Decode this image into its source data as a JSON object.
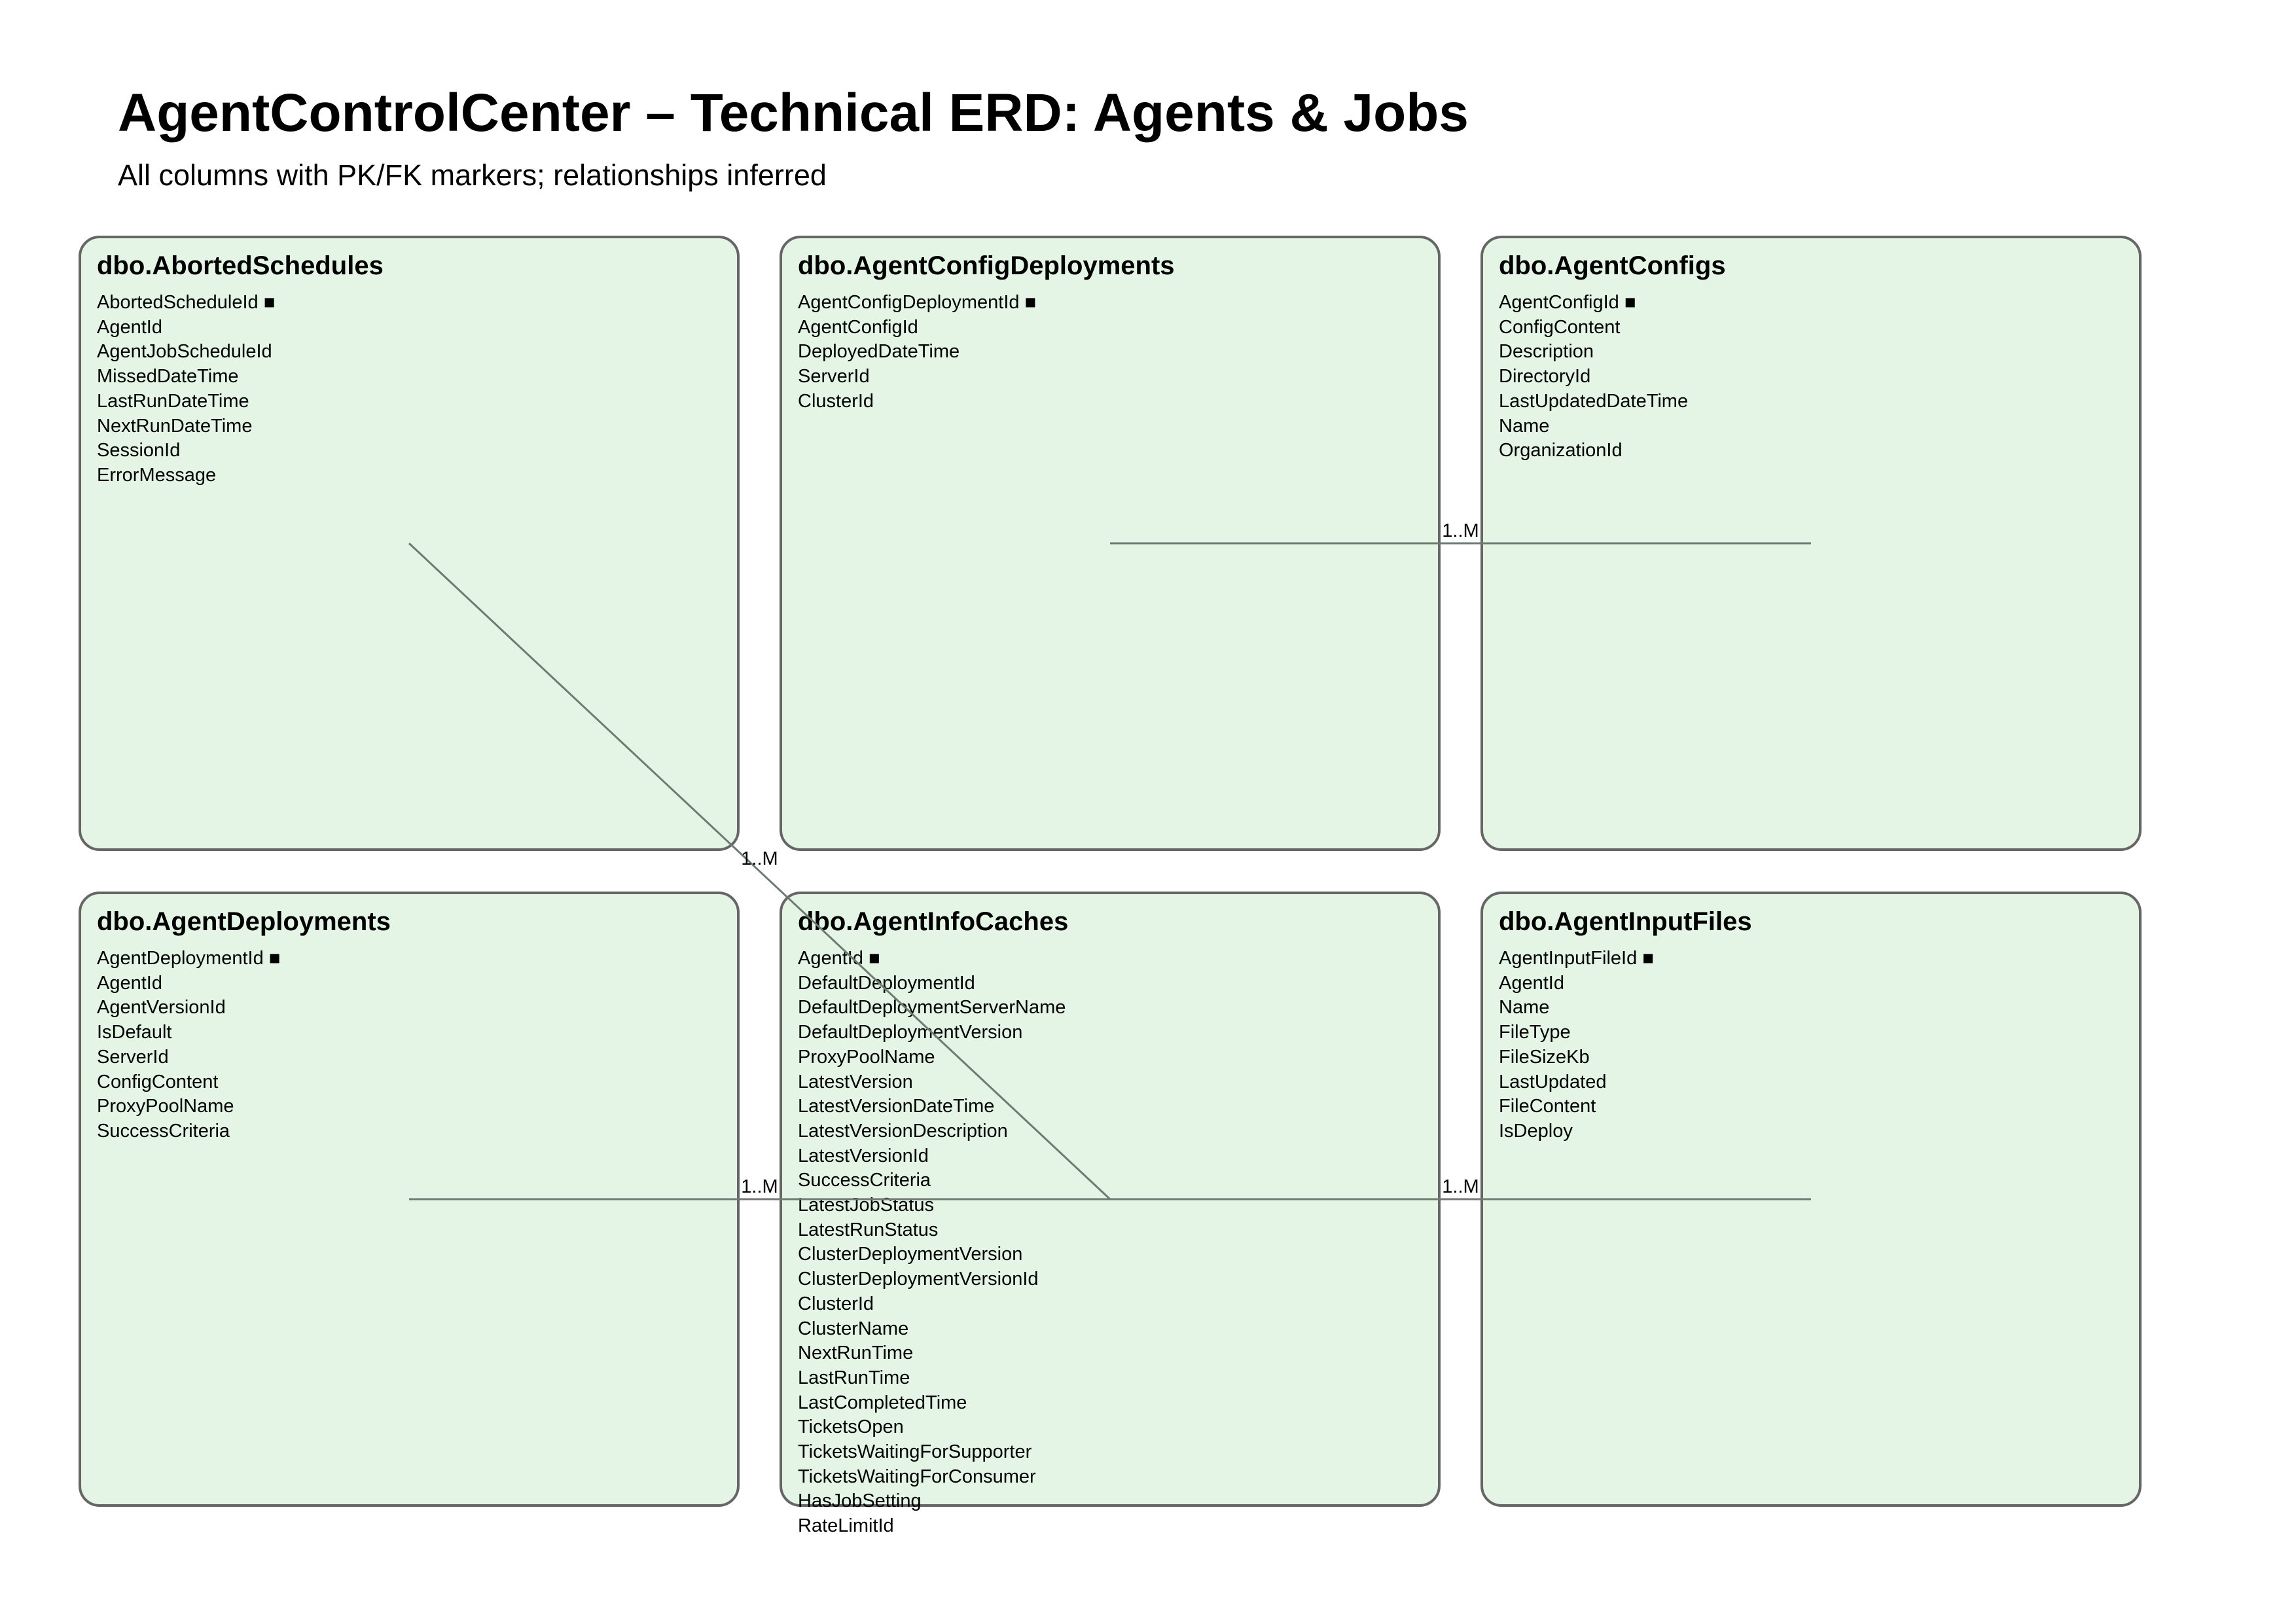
{
  "title": "AgentControlCenter – Technical ERD: Agents & Jobs",
  "subtitle": "All columns with PK/FK markers; relationships inferred",
  "pk_marker": "■",
  "colors": {
    "box_fill": "#e4f5e6",
    "box_border": "#666666",
    "line": "#6f7a73"
  },
  "tables": [
    {
      "name": "dbo.AbortedSchedules",
      "columns": [
        "AbortedScheduleId",
        "AgentId",
        "AgentJobScheduleId",
        "MissedDateTime",
        "LastRunDateTime",
        "NextRunDateTime",
        "SessionId",
        "ErrorMessage"
      ],
      "pk": "AbortedScheduleId"
    },
    {
      "name": "dbo.AgentConfigDeployments",
      "columns": [
        "AgentConfigDeploymentId",
        "AgentConfigId",
        "DeployedDateTime",
        "ServerId",
        "ClusterId"
      ],
      "pk": "AgentConfigDeploymentId"
    },
    {
      "name": "dbo.AgentConfigs",
      "columns": [
        "AgentConfigId",
        "ConfigContent",
        "Description",
        "DirectoryId",
        "LastUpdatedDateTime",
        "Name",
        "OrganizationId"
      ],
      "pk": "AgentConfigId"
    },
    {
      "name": "dbo.AgentDeployments",
      "columns": [
        "AgentDeploymentId",
        "AgentId",
        "AgentVersionId",
        "IsDefault",
        "ServerId",
        "ConfigContent",
        "ProxyPoolName",
        "SuccessCriteria"
      ],
      "pk": "AgentDeploymentId"
    },
    {
      "name": "dbo.AgentInfoCaches",
      "columns": [
        "AgentId",
        "DefaultDeploymentId",
        "DefaultDeploymentServerName",
        "DefaultDeploymentVersion",
        "ProxyPoolName",
        "LatestVersion",
        "LatestVersionDateTime",
        "LatestVersionDescription",
        "LatestVersionId",
        "SuccessCriteria",
        "LatestJobStatus",
        "LatestRunStatus",
        "ClusterDeploymentVersion",
        "ClusterDeploymentVersionId",
        "ClusterId",
        "ClusterName",
        "NextRunTime",
        "LastRunTime",
        "LastCompletedTime",
        "TicketsOpen",
        "TicketsWaitingForSupporter",
        "TicketsWaitingForConsumer",
        "HasJobSetting",
        "RateLimitId"
      ],
      "pk": "AgentId"
    },
    {
      "name": "dbo.AgentInputFiles",
      "columns": [
        "AgentInputFileId",
        "AgentId",
        "Name",
        "FileType",
        "FileSizeKb",
        "LastUpdated",
        "FileContent",
        "IsDeploy"
      ],
      "pk": "AgentInputFileId"
    }
  ],
  "relationships": [
    {
      "from": "dbo.AgentConfigDeployments",
      "to": "dbo.AgentConfigs",
      "cardinality": "1..M"
    },
    {
      "from": "dbo.AbortedSchedules",
      "to": "dbo.AgentInfoCaches",
      "cardinality": "1..M"
    },
    {
      "from": "dbo.AgentDeployments",
      "to": "dbo.AgentInfoCaches",
      "cardinality": "1..M"
    },
    {
      "from": "dbo.AgentInfoCaches",
      "to": "dbo.AgentInputFiles",
      "cardinality": "1..M"
    }
  ]
}
